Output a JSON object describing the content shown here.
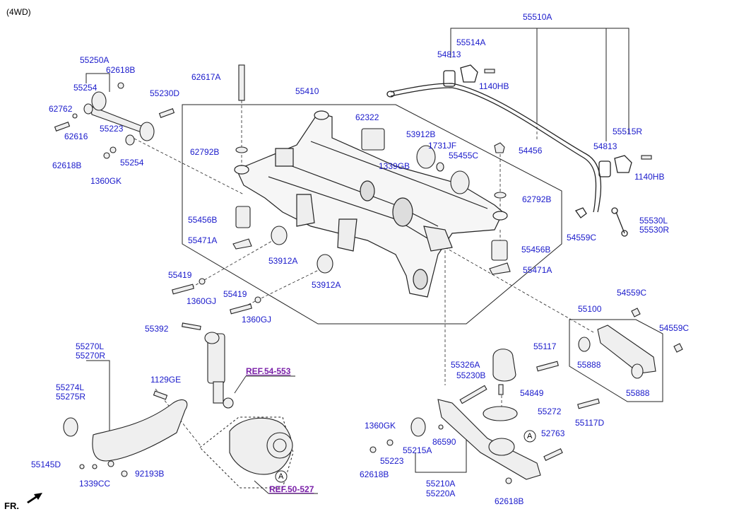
{
  "title": "(4WD)",
  "direction_label": "FR.",
  "ref_labels": [
    "REF.54-553",
    "REF.50-527"
  ],
  "circle_marker": "A",
  "labels": {
    "l55510A": "55510A",
    "l55514A": "55514A",
    "l54813a": "54813",
    "l1140HBa": "1140HB",
    "l55250A": "55250A",
    "l62618Ba": "62618B",
    "l55254a": "55254",
    "l55230D": "55230D",
    "l62617A": "62617A",
    "l55410": "55410",
    "l62762": "62762",
    "l62616": "62616",
    "l55223a": "55223",
    "l55254b": "55254",
    "l62618Bb": "62618B",
    "l1360GKa": "1360GK",
    "l62792Ba": "62792B",
    "l62322": "62322",
    "l53912Ba": "53912B",
    "l1731JF": "1731JF",
    "l1339GB": "1339GB",
    "l55455C": "55455C",
    "l54456": "54456",
    "l55515R": "55515R",
    "l54813b": "54813",
    "l1140HBb": "1140HB",
    "l62792Bb": "62792B",
    "l55456Ba": "55456B",
    "l55471Aa": "55471A",
    "l53912Aa": "53912A",
    "l55456Bb": "55456B",
    "l55471Ab": "55471A",
    "l55530L": "55530L",
    "l55530R": "55530R",
    "l54559Ca": "54559C",
    "l55419a": "55419",
    "l1360GJa": "1360GJ",
    "l53912Ab": "53912A",
    "l55419b": "55419",
    "l1360GJb": "1360GJ",
    "l54559Cb": "54559C",
    "l55100": "55100",
    "l54559Cc": "54559C",
    "l55392": "55392",
    "l55117": "55117",
    "l55888a": "55888",
    "l55888b": "55888",
    "l55117D": "55117D",
    "l55270L": "55270L",
    "l55270R": "55270R",
    "l1129GE": "1129GE",
    "l55274L": "55274L",
    "l55275R": "55275R",
    "l55145D": "55145D",
    "l1339CC": "1339CC",
    "l92193B": "92193B",
    "l55326A": "55326A",
    "l55230B": "55230B",
    "l54849": "54849",
    "l55272": "55272",
    "l1360GKb": "1360GK",
    "l55223b": "55223",
    "l55215A": "55215A",
    "l86590": "86590",
    "l52763": "52763",
    "l62618Bc": "62618B",
    "l55210A": "55210A",
    "l55220A": "55220A",
    "l62618Bd": "62618B"
  },
  "colors": {
    "label": "#1a1acb",
    "ref": "#7a1fa8",
    "line": "#222222"
  }
}
